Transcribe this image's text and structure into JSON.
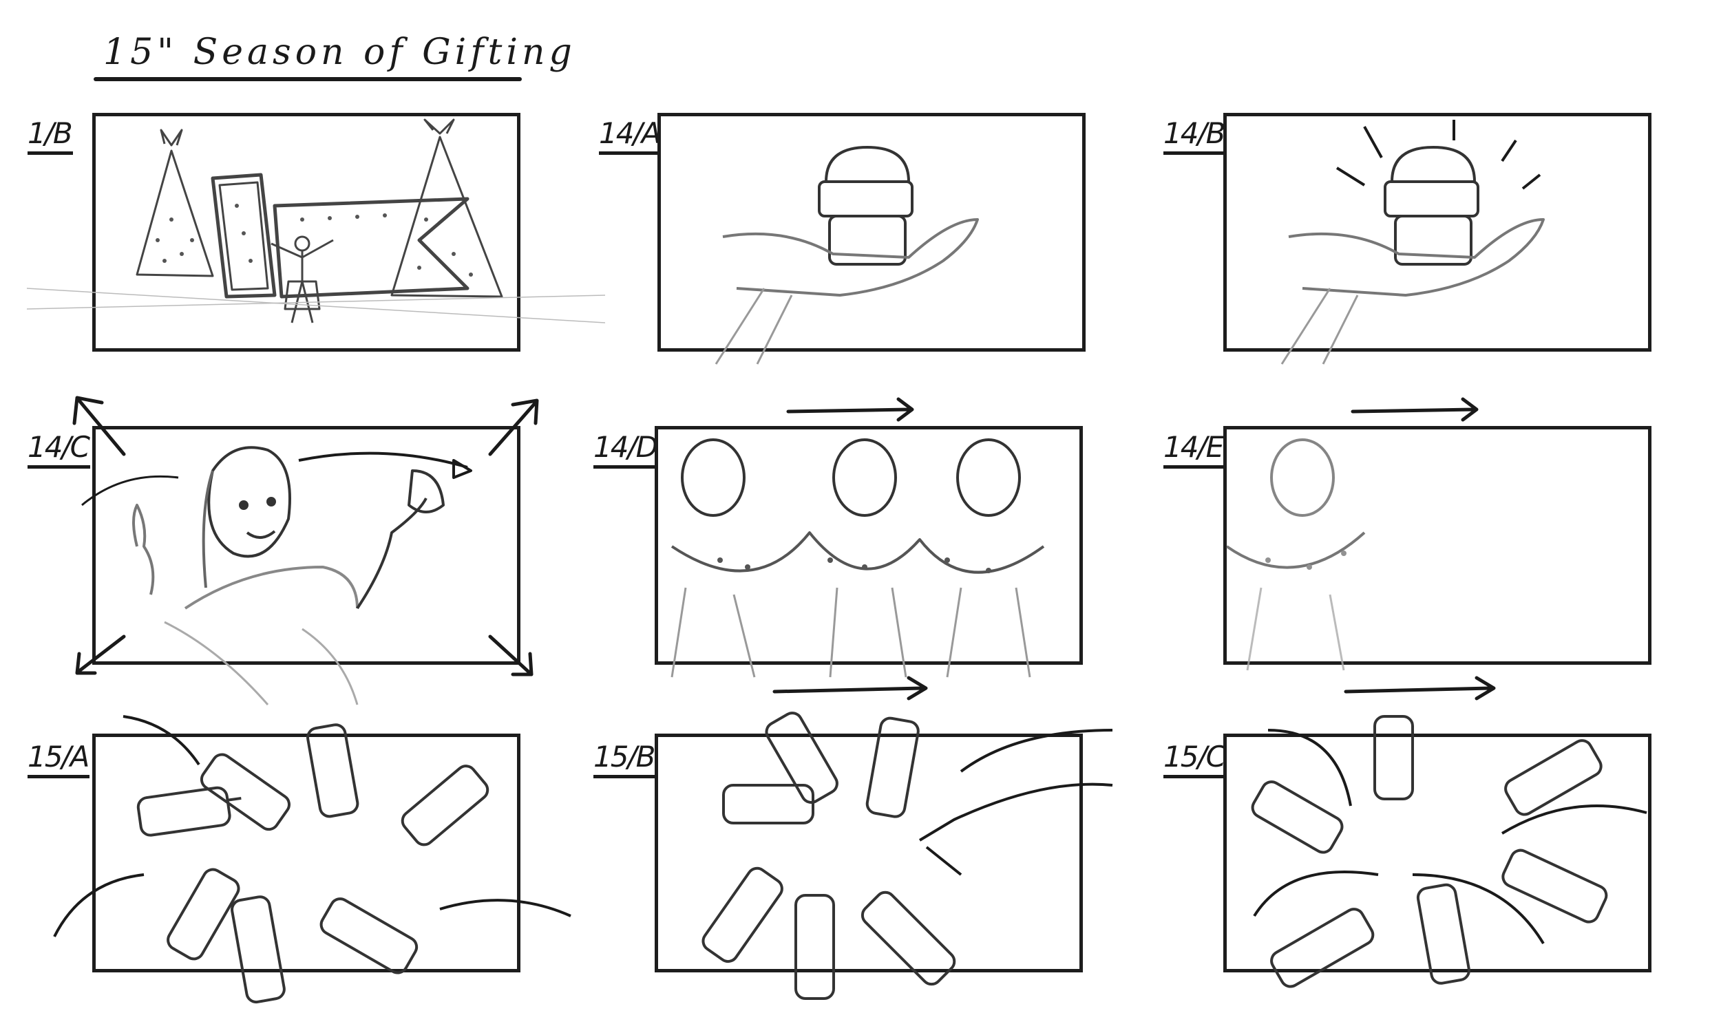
{
  "board": {
    "title": "15\" Season of Gifting"
  },
  "panels": [
    {
      "label": "1/B"
    },
    {
      "label": "14/A"
    },
    {
      "label": "14/B"
    },
    {
      "label": "14/C"
    },
    {
      "label": "14/D"
    },
    {
      "label": "14/E"
    },
    {
      "label": "15/A"
    },
    {
      "label": "15/B"
    },
    {
      "label": "15/C"
    }
  ]
}
